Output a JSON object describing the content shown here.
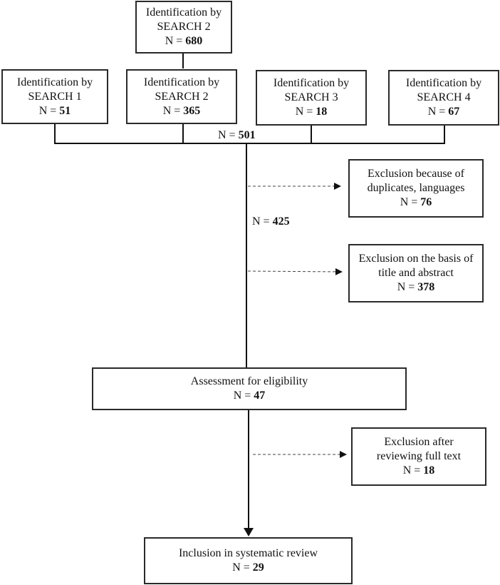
{
  "boxes": {
    "search2_top": {
      "line1": "Identification by",
      "line2": "SEARCH 2",
      "n_prefix": "N = ",
      "n_value": "680"
    },
    "search1": {
      "line1": "Identification by",
      "line2": "SEARCH 1",
      "n_prefix": "N = ",
      "n_value": "51"
    },
    "search2": {
      "line1": "Identification by",
      "line2": "SEARCH 2",
      "n_prefix": "N = ",
      "n_value": "365"
    },
    "search3": {
      "line1": "Identification by",
      "line2": "SEARCH 3",
      "n_prefix": "N = ",
      "n_value": "18"
    },
    "search4": {
      "line1": "Identification by",
      "line2": "SEARCH 4",
      "n_prefix": "N = ",
      "n_value": "67"
    },
    "excl_duplicates": {
      "line1": "Exclusion because of",
      "line2": "duplicates, languages",
      "n_prefix": "N = ",
      "n_value": "76"
    },
    "excl_title": {
      "line1": "Exclusion on the basis of",
      "line2": "title and abstract",
      "n_prefix": "N = ",
      "n_value": "378"
    },
    "assessment": {
      "line1": "Assessment for eligibility",
      "n_prefix": "N = ",
      "n_value": "47"
    },
    "excl_fulltext": {
      "line1": "Exclusion after",
      "line2": "reviewing full text",
      "n_prefix": "N = ",
      "n_value": "18"
    },
    "inclusion": {
      "line1": "Inclusion in systematic review",
      "n_prefix": "N = ",
      "n_value": "29"
    }
  },
  "labels": {
    "merged": {
      "prefix": "N = ",
      "value": "501"
    },
    "after_dupes": {
      "prefix": "N = ",
      "value": "425"
    }
  }
}
